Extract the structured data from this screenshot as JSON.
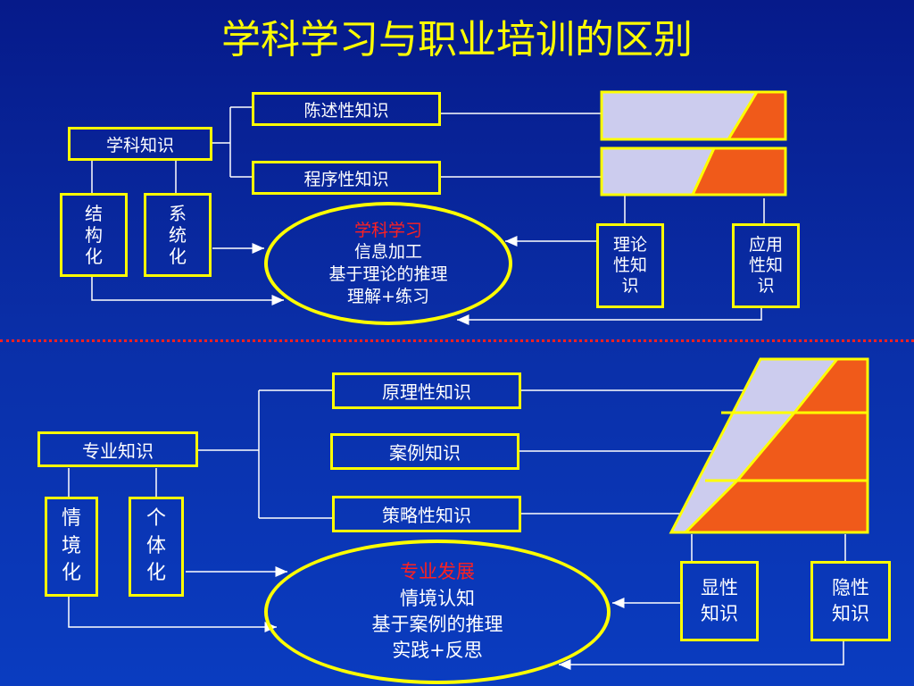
{
  "title": "学科学习与职业培训的区别",
  "top": {
    "subject_knowledge": "学科知识",
    "declarative": "陈述性知识",
    "procedural": "程序性知识",
    "structured": [
      "结",
      "构",
      "化"
    ],
    "systematized": [
      "系",
      "统",
      "化"
    ],
    "ellipse": {
      "heading": "学科学习",
      "line1": "信息加工",
      "line2": "基于理论的推理",
      "line3": "理解+练习"
    },
    "theory_knowledge": [
      "理论",
      "性知",
      "识"
    ],
    "applied_knowledge": [
      "应用",
      "性知",
      "识"
    ]
  },
  "bottom": {
    "professional_knowledge": "专业知识",
    "principle": "原理性知识",
    "case": "案例知识",
    "strategy": "策略性知识",
    "situated": [
      "情",
      "境",
      "化"
    ],
    "individualized": [
      "个",
      "体",
      "化"
    ],
    "ellipse": {
      "heading": "专业发展",
      "line1": "情境认知",
      "line2": "基于案例的推理",
      "line3": "实践+反思"
    },
    "explicit_knowledge": [
      "显性",
      "知识"
    ],
    "tacit_knowledge": [
      "隐性",
      "知识"
    ]
  },
  "colors": {
    "border": "#ffff00",
    "lavender": "#ccccee",
    "orange": "#f05a1a",
    "heading_red": "#ff2020",
    "divider": "#ff2020"
  }
}
